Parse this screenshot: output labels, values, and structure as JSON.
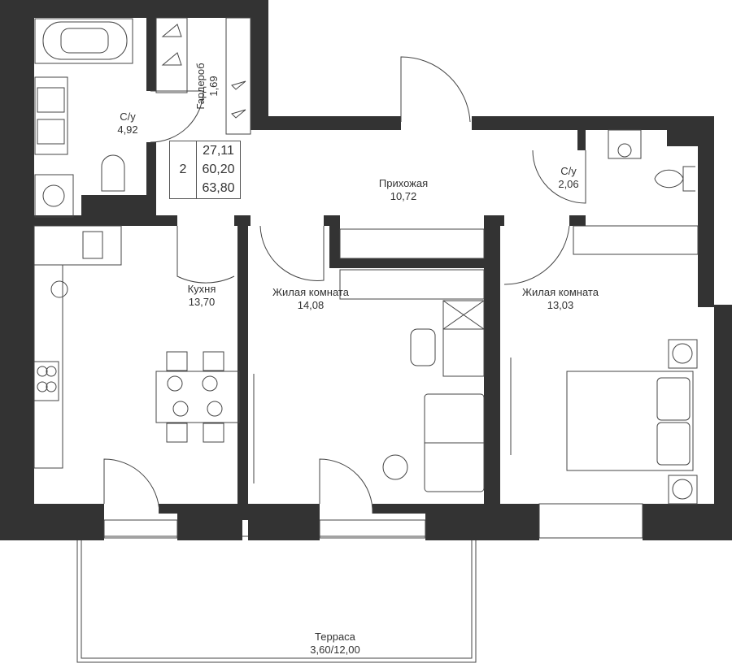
{
  "plan": {
    "rooms_count": "2",
    "areas": {
      "living": "27,11",
      "total": "60,20",
      "total_with_terrace": "63,80"
    },
    "rooms": [
      {
        "name": "С/у",
        "area": "4,92"
      },
      {
        "name": "Гардероб",
        "area": "1,69"
      },
      {
        "name": "Прихожая",
        "area": "10,72"
      },
      {
        "name": "С/у",
        "area": "2,06"
      },
      {
        "name": "Кухня",
        "area": "13,70"
      },
      {
        "name": "Жилая комната",
        "area": "14,08"
      },
      {
        "name": "Жилая комната",
        "area": "13,03"
      },
      {
        "name": "Терраса",
        "area": "3,60/12,00"
      }
    ]
  },
  "colors": {
    "wall": "#333333",
    "line": "#444444"
  }
}
